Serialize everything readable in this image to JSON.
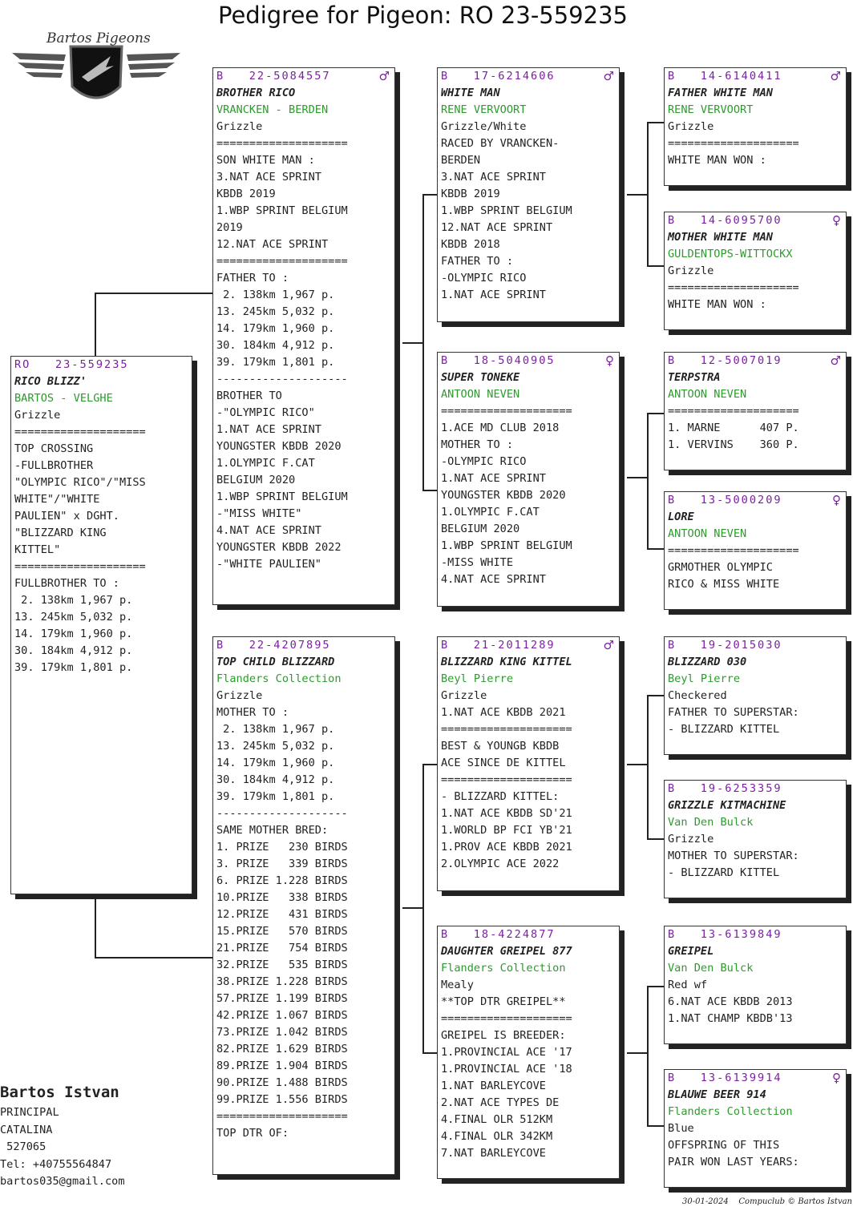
{
  "page_title": "Pedigree for Pigeon: RO  23-559235",
  "logo": {
    "text": "Bartos Pigeons"
  },
  "owner": {
    "name": "Bartos Istvan",
    "lines": [
      "PRINCIPAL",
      "CATALINA",
      " 527065",
      "Tel: +40755564847",
      "bartos035@gmail.com"
    ]
  },
  "footer": "30-01-2024    Compuclub © Bartos Istvan",
  "colors": {
    "ring": "#7b1fa2",
    "breeder": "#2e9a2e",
    "text": "#222222"
  },
  "cards": [
    {
      "id": "subject",
      "country": "RO",
      "ring": "23-559235",
      "sex": "",
      "name": "RICO BLIZZ'",
      "breeder": "BARTOS - VELGHE",
      "lines": [
        "Grizzle",
        "====================",
        "TOP CROSSING",
        "-FULLBROTHER",
        "\"OLYMPIC RICO\"/\"MISS",
        "WHITE\"/\"WHITE",
        "PAULIEN\" x DGHT.",
        "\"BLIZZARD KING",
        "KITTEL\"",
        "====================",
        "FULLBROTHER TO :",
        " 2. 138km 1,967 p.",
        "13. 245km 5,032 p.",
        "14. 179km 1,960 p.",
        "30. 184km 4,912 p.",
        "39. 179km 1,801 p."
      ]
    },
    {
      "id": "sire",
      "country": "B",
      "ring": "22-5084557",
      "sex": "♂",
      "name": "BROTHER RICO",
      "breeder": "VRANCKEN - BERDEN",
      "lines": [
        "Grizzle",
        "====================",
        "SON WHITE MAN :",
        "3.NAT ACE SPRINT",
        "KBDB 2019",
        "1.WBP SPRINT BELGIUM",
        "2019",
        "12.NAT ACE SPRINT",
        "====================",
        "FATHER TO :",
        " 2. 138km 1,967 p.",
        "13. 245km 5,032 p.",
        "14. 179km 1,960 p.",
        "30. 184km 4,912 p.",
        "39. 179km 1,801 p.",
        "--------------------",
        "BROTHER TO",
        "-\"OLYMPIC RICO\"",
        "1.NAT ACE SPRINT",
        "YOUNGSTER KBDB 2020",
        "1.OLYMPIC F.CAT",
        "BELGIUM 2020",
        "1.WBP SPRINT BELGIUM",
        "-\"MISS WHITE\"",
        "4.NAT ACE SPRINT",
        "YOUNGSTER KBDB 2022",
        "-\"WHITE PAULIEN\""
      ]
    },
    {
      "id": "dam",
      "country": "B",
      "ring": "22-4207895",
      "sex": "",
      "name": "TOP CHILD BLIZZARD",
      "breeder": "Flanders Collection",
      "lines": [
        "Grizzle",
        "MOTHER TO :",
        " 2. 138km 1,967 p.",
        "13. 245km 5,032 p.",
        "14. 179km 1,960 p.",
        "30. 184km 4,912 p.",
        "39. 179km 1,801 p.",
        "--------------------",
        "SAME MOTHER BRED:",
        "1. PRIZE   230 BIRDS",
        "3. PRIZE   339 BIRDS",
        "6. PRIZE 1.228 BIRDS",
        "10.PRIZE   338 BIRDS",
        "12.PRIZE   431 BIRDS",
        "15.PRIZE   570 BIRDS",
        "21.PRIZE   754 BIRDS",
        "32.PRIZE   535 BIRDS",
        "38.PRIZE 1.228 BIRDS",
        "57.PRIZE 1.199 BIRDS",
        "42.PRIZE 1.067 BIRDS",
        "73.PRIZE 1.042 BIRDS",
        "82.PRIZE 1.629 BIRDS",
        "89.PRIZE 1.904 BIRDS",
        "90.PRIZE 1.488 BIRDS",
        "99.PRIZE 1.556 BIRDS",
        "====================",
        "TOP DTR OF:"
      ]
    },
    {
      "id": "ss",
      "country": "B",
      "ring": "17-6214606",
      "sex": "♂",
      "name": "WHITE MAN",
      "breeder": "RENE VERVOORT",
      "lines": [
        "Grizzle/White",
        "RACED BY VRANCKEN-",
        "BERDEN",
        "3.NAT ACE SPRINT",
        "KBDB 2019",
        "1.WBP SPRINT BELGIUM",
        "12.NAT ACE SPRINT",
        "KBDB 2018",
        "FATHER TO :",
        "-OLYMPIC RICO",
        "1.NAT ACE SPRINT"
      ]
    },
    {
      "id": "sd",
      "country": "B",
      "ring": "18-5040905",
      "sex": "♀",
      "name": "SUPER TONEKE",
      "breeder": "ANTOON NEVEN",
      "lines": [
        "====================",
        "1.ACE MD CLUB 2018",
        "MOTHER TO :",
        "-OLYMPIC RICO",
        "1.NAT ACE SPRINT",
        "YOUNGSTER KBDB 2020",
        "1.OLYMPIC F.CAT",
        "BELGIUM 2020",
        "1.WBP SPRINT BELGIUM",
        "-MISS WHITE",
        "4.NAT ACE SPRINT"
      ]
    },
    {
      "id": "ds",
      "country": "B",
      "ring": "21-2011289",
      "sex": "♂",
      "name": "BLIZZARD KING KITTEL",
      "breeder": "Beyl Pierre",
      "lines": [
        "Grizzle",
        "1.NAT ACE KBDB 2021",
        "====================",
        "BEST & YOUNGB KBDB",
        "ACE SINCE DE KITTEL",
        "====================",
        "- BLIZZARD KITTEL:",
        "1.NAT ACE KBDB SD'21",
        "1.WORLD BP FCI YB'21",
        "1.PROV ACE KBDB 2021",
        "2.OLYMPIC ACE 2022"
      ]
    },
    {
      "id": "dd",
      "country": "B",
      "ring": "18-4224877",
      "sex": "",
      "name": "DAUGHTER GREIPEL 877",
      "breeder": "Flanders Collection",
      "lines": [
        "Mealy",
        "**TOP DTR GREIPEL**",
        "====================",
        "GREIPEL IS BREEDER:",
        "1.PROVINCIAL ACE '17",
        "1.PROVINCIAL ACE '18",
        "1.NAT BARLEYCOVE",
        "2.NAT ACE TYPES DE",
        "4.FINAL OLR 512KM",
        "4.FINAL OLR 342KM",
        "7.NAT BARLEYCOVE"
      ]
    },
    {
      "id": "sss",
      "country": "B",
      "ring": "14-6140411",
      "sex": "♂",
      "name": "FATHER WHITE MAN",
      "breeder": "RENE VERVOORT",
      "lines": [
        "Grizzle",
        "====================",
        "WHITE MAN WON :"
      ]
    },
    {
      "id": "ssd",
      "country": "B",
      "ring": "14-6095700",
      "sex": "♀",
      "name": "MOTHER WHITE MAN",
      "breeder": "GULDENTOPS-WITTOCKX",
      "lines": [
        "Grizzle",
        "====================",
        "WHITE MAN WON :"
      ]
    },
    {
      "id": "sds",
      "country": "B",
      "ring": "12-5007019",
      "sex": "♂",
      "name": "TERPSTRA",
      "breeder": "ANTOON NEVEN",
      "lines": [
        "====================",
        "1. MARNE      407 P.",
        "1. VERVINS    360 P."
      ]
    },
    {
      "id": "sdd",
      "country": "B",
      "ring": "13-5000209",
      "sex": "♀",
      "name": "LORE",
      "breeder": "ANTOON NEVEN",
      "lines": [
        "====================",
        "GRMOTHER OLYMPIC",
        "RICO & MISS WHITE"
      ]
    },
    {
      "id": "dss",
      "country": "B",
      "ring": "19-2015030",
      "sex": "",
      "name": "BLIZZARD 030",
      "breeder": "Beyl Pierre",
      "lines": [
        "Checkered",
        "FATHER TO SUPERSTAR:",
        "- BLIZZARD KITTEL"
      ]
    },
    {
      "id": "dsd",
      "country": "B",
      "ring": "19-6253359",
      "sex": "",
      "name": "GRIZZLE KITMACHINE",
      "breeder": "Van Den Bulck",
      "lines": [
        "Grizzle",
        "MOTHER TO SUPERSTAR:",
        "- BLIZZARD KITTEL"
      ]
    },
    {
      "id": "dds",
      "country": "B",
      "ring": "13-6139849",
      "sex": "",
      "name": "GREIPEL",
      "breeder": "Van Den Bulck",
      "lines": [
        "Red wf",
        "6.NAT ACE KBDB 2013",
        "1.NAT CHAMP KBDB'13"
      ]
    },
    {
      "id": "ddd",
      "country": "B",
      "ring": "13-6139914",
      "sex": "♀",
      "name": "BLAUWE BEER 914",
      "breeder": "Flanders Collection",
      "lines": [
        "Blue",
        "OFFSPRING OF THIS",
        "PAIR WON LAST YEARS:"
      ]
    }
  ]
}
